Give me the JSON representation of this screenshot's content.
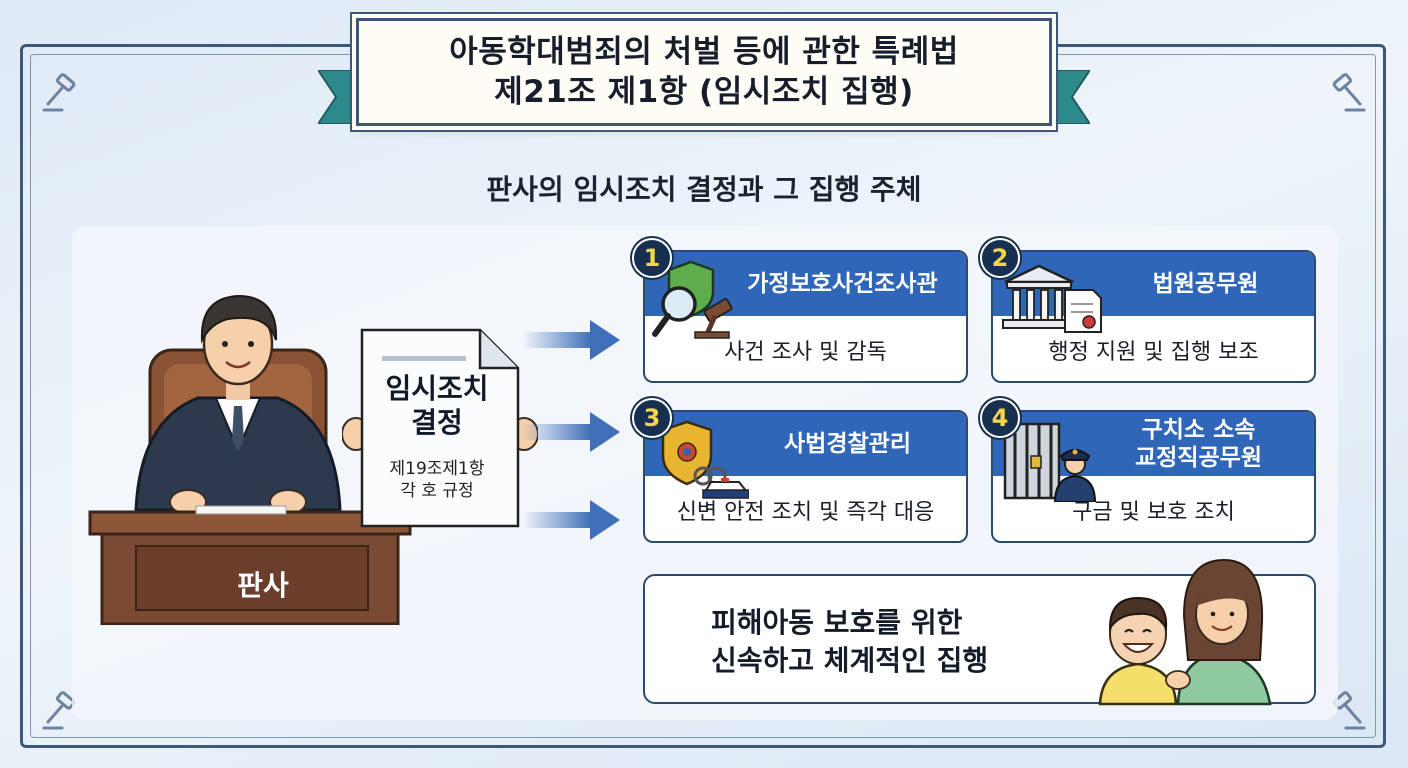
{
  "title": {
    "line1": "아동학대범죄의 처벌 등에 관한 특례법",
    "line2": "제21조 제1항 (임시조치 집행)"
  },
  "subtitle": "판사의 임시조치 결정과 그 집행 주체",
  "judge": {
    "label": "판사"
  },
  "document": {
    "title_line1": "임시조치",
    "title_line2": "결정",
    "sub_line1": "제19조제1항",
    "sub_line2": "각 호 규정"
  },
  "agents": [
    {
      "number": "1",
      "title": "가정보호사건조사관",
      "title_line2": "",
      "description": "사건 조사 및 감독",
      "icon": "shield-magnifier-gavel-icon"
    },
    {
      "number": "2",
      "title": "법원공무원",
      "title_line2": "",
      "description": "행정 지원 및 집행 보조",
      "icon": "courthouse-document-icon"
    },
    {
      "number": "3",
      "title": "사법경찰관리",
      "title_line2": "",
      "description": "신변 안전 조치 및 즉각 대응",
      "icon": "police-badge-car-icon"
    },
    {
      "number": "4",
      "title": "구치소 소속",
      "title_line2": "교정직공무원",
      "description": "구금 및 보호 조치",
      "icon": "prison-officer-icon"
    }
  ],
  "conclusion": {
    "line1": "피해아동 보호를 위한",
    "line2": "신속하고 체계적인 집행"
  },
  "colors": {
    "frame": "#3d5878",
    "card_header": "#2f66b8",
    "badge": "#18304f",
    "badge_text": "#f4d64a",
    "desk": "#7a4a33",
    "ribbon": "#2e8a8a",
    "arrow": "#3f6fb8"
  }
}
